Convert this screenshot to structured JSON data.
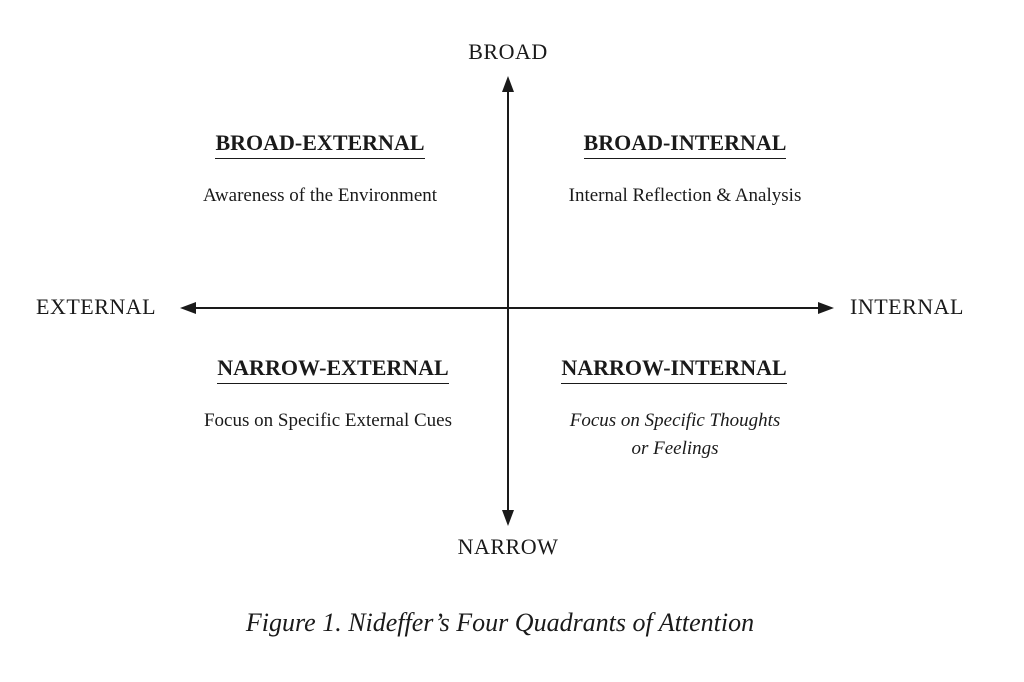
{
  "axes": {
    "top": "BROAD",
    "bottom": "NARROW",
    "left": "EXTERNAL",
    "right": "INTERNAL"
  },
  "quadrants": {
    "broad_external": {
      "title": "BROAD-EXTERNAL",
      "description": "Awareness of the Environment"
    },
    "broad_internal": {
      "title": "BROAD-INTERNAL",
      "description": "Internal Reflection & Analysis"
    },
    "narrow_external": {
      "title": "NARROW-EXTERNAL",
      "description": "Focus on Specific External Cues"
    },
    "narrow_internal": {
      "title": "NARROW-INTERNAL",
      "description_line1": "Focus on Specific Thoughts",
      "description_line2": "or Feelings"
    }
  },
  "caption": "Figure 1. Nideffer’s Four Quadrants of Attention",
  "colors": {
    "ink": "#1a1a1a",
    "background": "#ffffff"
  }
}
